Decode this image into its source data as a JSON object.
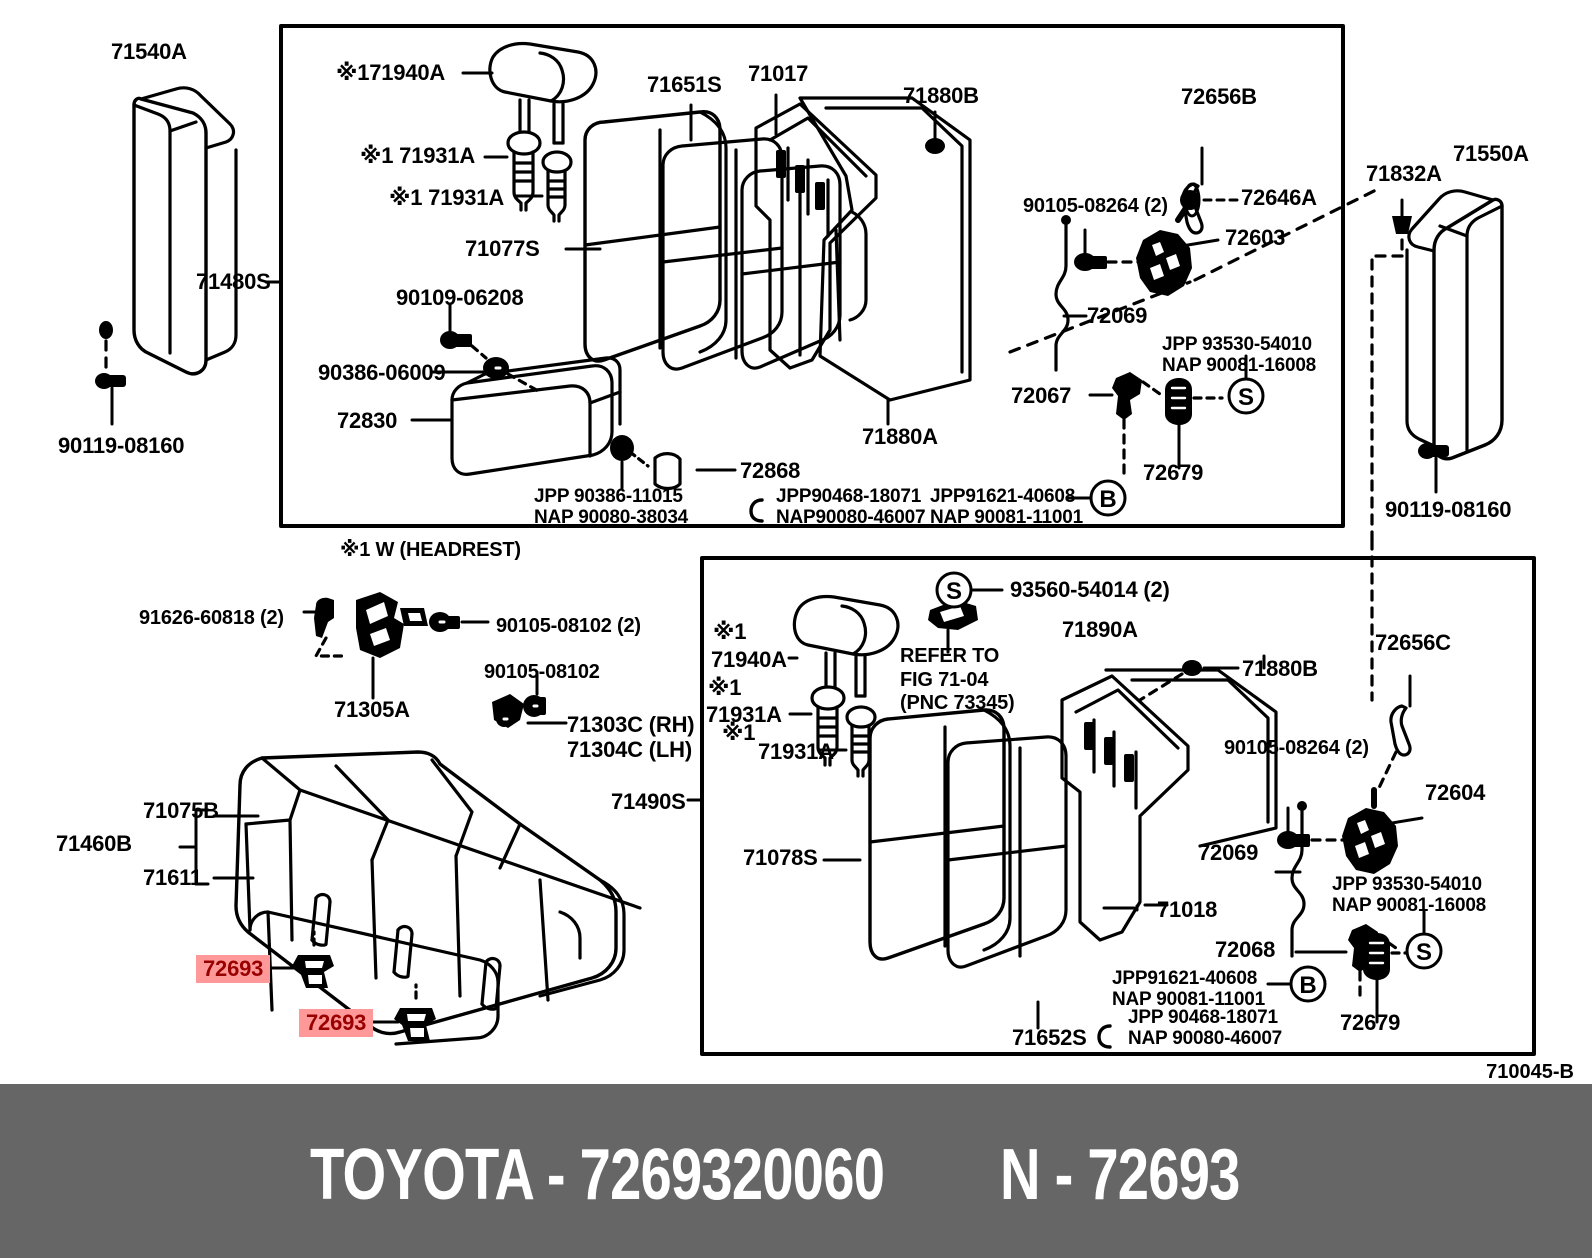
{
  "diagram": {
    "figure_number": "710045-B",
    "note": "※1  W (HEADREST)",
    "highlight_color": "#ff9999",
    "highlight_text_color": "#990000"
  },
  "footer": {
    "brand_part": "TOYOTA - 7269320060",
    "pnc": "N - 72693",
    "background_color": "#666666",
    "text_color": "#ffffff"
  },
  "labels": {
    "left_column": [
      {
        "id": "l1",
        "text": "71540A"
      },
      {
        "id": "l2",
        "text": "71480S"
      },
      {
        "id": "l3",
        "text": "90119-08160"
      }
    ],
    "upper_box": [
      {
        "id": "u1",
        "mark": "※1",
        "text": "71940A"
      },
      {
        "id": "u2",
        "mark": "※1",
        "text": "71931A"
      },
      {
        "id": "u3",
        "mark": "※1",
        "text": "71931A"
      },
      {
        "id": "u4",
        "text": "71077S"
      },
      {
        "id": "u5",
        "text": "90109-06208"
      },
      {
        "id": "u6",
        "text": "90386-06009"
      },
      {
        "id": "u7",
        "text": "72830"
      },
      {
        "id": "u8",
        "text": "71651S"
      },
      {
        "id": "u9",
        "text": "71017"
      },
      {
        "id": "u10",
        "text": "71880B"
      },
      {
        "id": "u11",
        "text": "71880A"
      },
      {
        "id": "u12",
        "text": "72868"
      },
      {
        "id": "u13",
        "text": "72656B"
      },
      {
        "id": "u14",
        "text": "72646A"
      },
      {
        "id": "u15",
        "text": "72603"
      },
      {
        "id": "u16",
        "text": "90105-08264 (2)"
      },
      {
        "id": "u17",
        "text": "72069"
      },
      {
        "id": "u18",
        "text": "72067"
      },
      {
        "id": "u19",
        "text": "72679"
      },
      {
        "id": "u20",
        "line1": "JPP 90386-11015",
        "line2": "NAP 90080-38034"
      },
      {
        "id": "u21",
        "line1": "JPP90468-18071",
        "line2": "NAP90080-46007"
      },
      {
        "id": "u22",
        "line1": "JPP91621-40608",
        "line2": "NAP 90081-11001",
        "circle": "B"
      },
      {
        "id": "u23",
        "line1": "JPP 93530-54010",
        "line2": "NAP 90081-16008",
        "circle": "S"
      }
    ],
    "right_column": [
      {
        "id": "r1",
        "text": "71832A"
      },
      {
        "id": "r2",
        "text": "71550A"
      },
      {
        "id": "r3",
        "text": "90119-08160"
      }
    ],
    "mid_left": [
      {
        "id": "m1",
        "text": "91626-60818 (2)"
      },
      {
        "id": "m2",
        "text": "90105-08102 (2)"
      },
      {
        "id": "m3",
        "text": "90105-08102"
      },
      {
        "id": "m4",
        "text": "71305A"
      },
      {
        "id": "m5",
        "line1": "71303C (RH)",
        "line2": "71304C (LH)"
      }
    ],
    "lower_left": [
      {
        "id": "b1",
        "text": "71075B"
      },
      {
        "id": "b2",
        "text": "71460B"
      },
      {
        "id": "b3",
        "text": "71611"
      },
      {
        "id": "b4",
        "text": "72693",
        "highlighted": true
      },
      {
        "id": "b5",
        "text": "72693",
        "highlighted": true
      }
    ],
    "lower_box": [
      {
        "id": "c1",
        "text": "71490S"
      },
      {
        "id": "c2",
        "mark": "※1",
        "text": "71940A"
      },
      {
        "id": "c3",
        "mark": "※1",
        "text": "71931A"
      },
      {
        "id": "c4",
        "mark": "※1",
        "text": "71931A"
      },
      {
        "id": "c5",
        "line1": "REFER TO",
        "line2": "FIG 71-04",
        "line3": "(PNC 73345)"
      },
      {
        "id": "c6",
        "text": "93560-54014 (2)",
        "circle": "S"
      },
      {
        "id": "c7",
        "text": "71890A"
      },
      {
        "id": "c8",
        "text": "71880B"
      },
      {
        "id": "c9",
        "text": "72656C"
      },
      {
        "id": "c10",
        "text": "90105-08264 (2)"
      },
      {
        "id": "c11",
        "text": "72604"
      },
      {
        "id": "c12",
        "text": "72069"
      },
      {
        "id": "c13",
        "text": "71078S"
      },
      {
        "id": "c14",
        "text": "71018"
      },
      {
        "id": "c15",
        "text": "72068"
      },
      {
        "id": "c16",
        "text": "71652S"
      },
      {
        "id": "c17",
        "text": "72679"
      },
      {
        "id": "c18",
        "line1": "JPP 93530-54010",
        "line2": "NAP 90081-16008",
        "circle": "S"
      },
      {
        "id": "c19",
        "line1": "JPP91621-40608",
        "line2": "NAP 90081-11001",
        "circle": "B"
      },
      {
        "id": "c20",
        "line1": "JPP  90468-18071",
        "line2": "NAP 90080-46007"
      }
    ]
  }
}
